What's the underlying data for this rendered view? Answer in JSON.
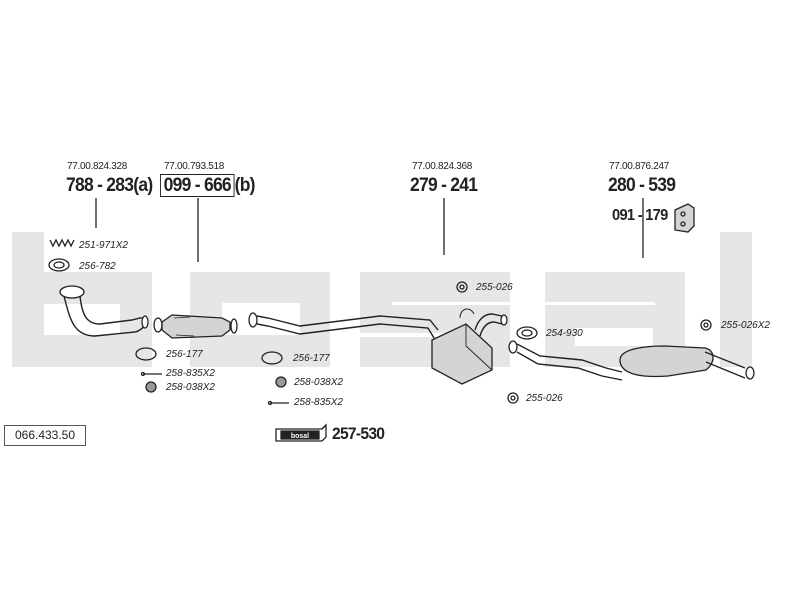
{
  "watermark": "bosal",
  "catalog_number": "066.433.50",
  "groups": [
    {
      "oem": "77.00.824.328",
      "part": "788 - 283",
      "suffix": "(a)"
    },
    {
      "oem": "77.00.793.518",
      "part": "099 - 666",
      "suffix": "(b)"
    },
    {
      "oem": "77.00.824.368",
      "part": "279 - 241",
      "suffix": ""
    },
    {
      "oem": "77.00.876.247",
      "part": "280 - 539",
      "suffix": ""
    }
  ],
  "bracket_part": "091 - 179",
  "kit": {
    "logo": "bosal",
    "part": "257-530"
  },
  "small_parts": [
    "251-971X2",
    "256-782",
    "256-177",
    "258-835X2",
    "258-038X2",
    "256-177",
    "258-038X2",
    "258-835X2",
    "255-026",
    "254-930",
    "255-026",
    "255-026X2"
  ],
  "colors": {
    "ink": "#222222",
    "watermark": "#e6e6e6",
    "part_fill": "#d4d4d4"
  }
}
